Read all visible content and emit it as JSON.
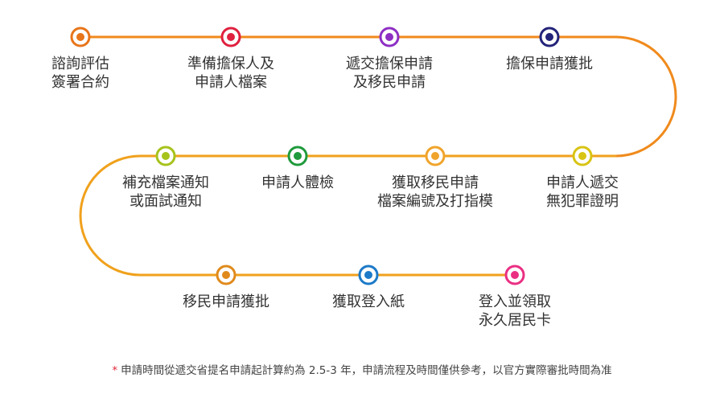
{
  "path_colors": {
    "top_segment": "#f08a1c",
    "middle_segment": "#f0a11c",
    "bottom_segment": "#f0a11c"
  },
  "steps": [
    {
      "id": "consult",
      "lines": [
        "諮詢評估",
        "簽署合約"
      ],
      "color": "#e8751a"
    },
    {
      "id": "prepare-files",
      "lines": [
        "準備擔保人及",
        "申請人檔案"
      ],
      "color": "#e0203f"
    },
    {
      "id": "submit-application",
      "lines": [
        "遞交擔保申請",
        "及移民申請"
      ],
      "color": "#8e2fc4"
    },
    {
      "id": "sponsor-approved",
      "lines": [
        "擔保申請獲批"
      ],
      "color": "#23237a"
    },
    {
      "id": "police-certificate",
      "lines": [
        "申請人遞交",
        "無犯罪證明"
      ],
      "color": "#d8c414"
    },
    {
      "id": "file-number",
      "lines": [
        "獲取移民申請",
        "檔案編號及打指模"
      ],
      "color": "#f0a42c"
    },
    {
      "id": "medical",
      "lines": [
        "申請人體檢"
      ],
      "color": "#1f9a3c"
    },
    {
      "id": "supplement",
      "lines": [
        "補充檔案通知",
        "或面試通知"
      ],
      "color": "#a6c31c"
    },
    {
      "id": "immigration-approved",
      "lines": [
        "移民申請獲批"
      ],
      "color": "#e08a1c"
    },
    {
      "id": "landing-paper",
      "lines": [
        "獲取登入紙"
      ],
      "color": "#1c7ac8"
    },
    {
      "id": "landing-pr-card",
      "lines": [
        "登入並領取",
        "永久居民卡"
      ],
      "color": "#ea2f83"
    }
  ],
  "footnote": {
    "asterisk": "*",
    "text": "申請時間從遞交省提名申請起計算約為 2.5-3 年，申請流程及時間僅供參考，以官方實際審批時間為准"
  }
}
